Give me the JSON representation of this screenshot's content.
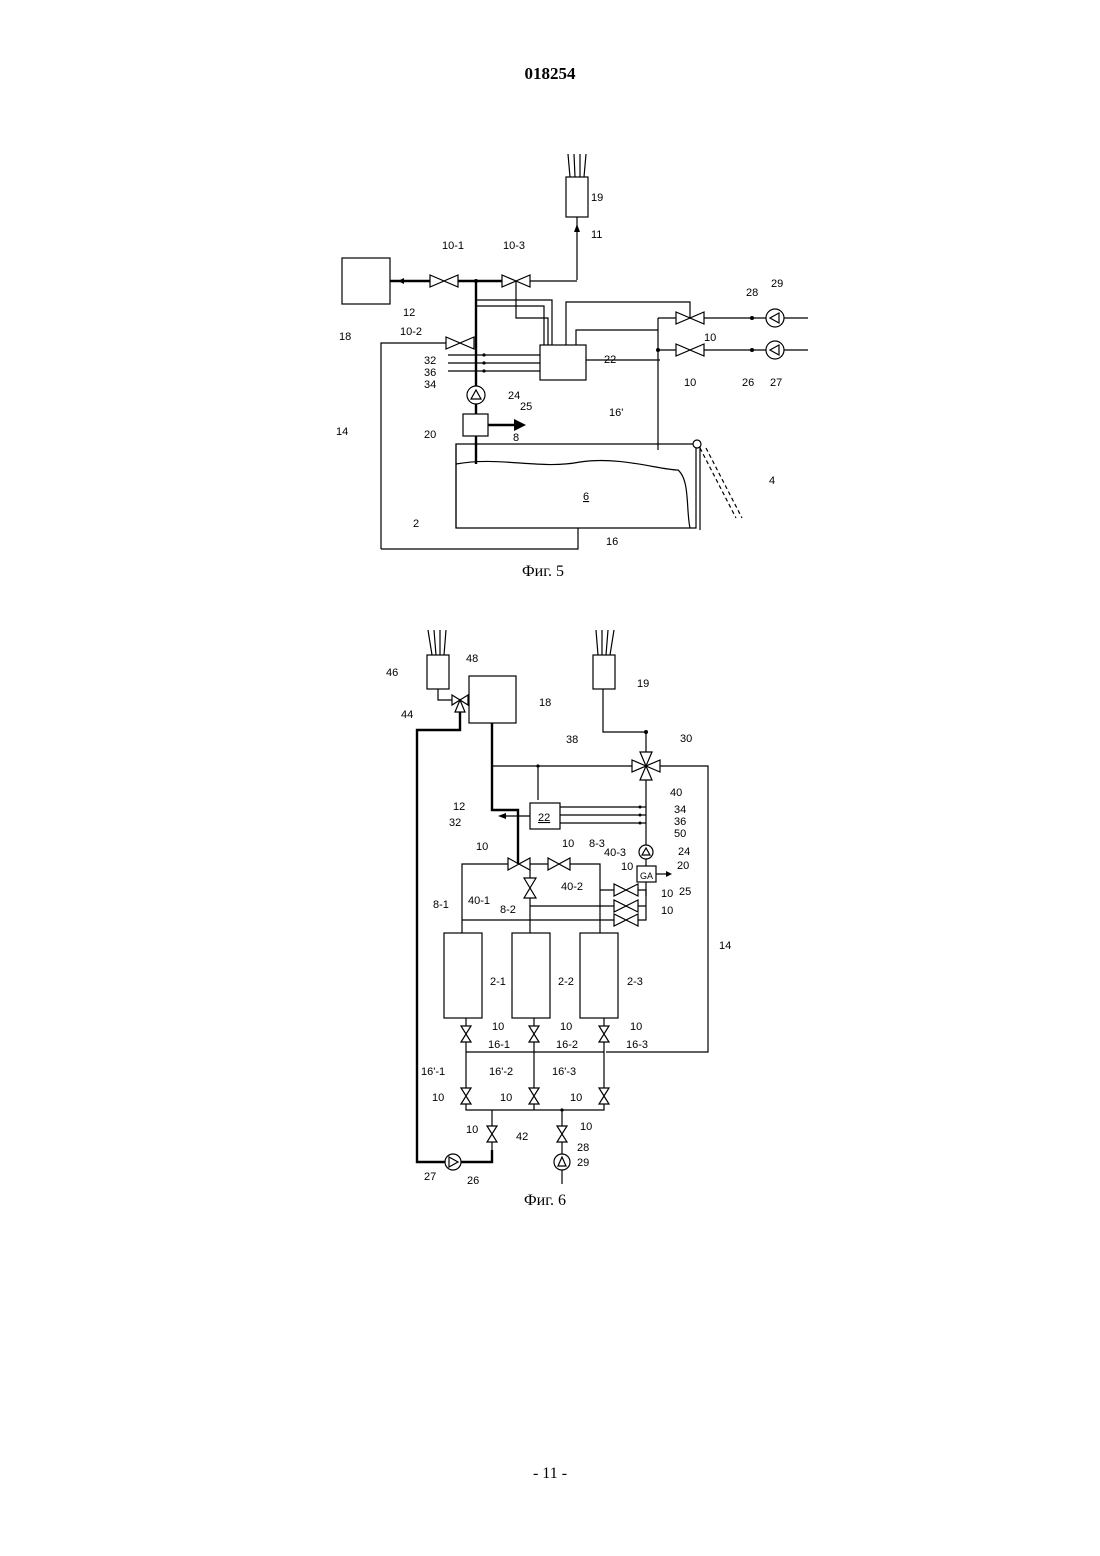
{
  "header": {
    "doc_number": "018254"
  },
  "footer": {
    "page_number": "- 11 -"
  },
  "fig5": {
    "caption": "Фиг. 5",
    "labels": {
      "l18": "18",
      "l12": "12",
      "l10_1": "10-1",
      "l10_3": "10-3",
      "l10_2": "10-2",
      "l11": "11",
      "l19": "19",
      "l22": "22",
      "l32": "32",
      "l36": "36",
      "l34": "34",
      "l24": "24",
      "l25": "25",
      "l20": "20",
      "l8": "8",
      "l14": "14",
      "l16p": "16'",
      "l10a": "10",
      "l10b": "10",
      "l28": "28",
      "l29": "29",
      "l26": "26",
      "l27": "27",
      "l4": "4",
      "l6": "6",
      "l2": "2",
      "l16": "16"
    }
  },
  "fig6": {
    "caption": "Фиг. 6",
    "labels": {
      "l46": "46",
      "l48": "48",
      "l44": "44",
      "l18": "18",
      "l19": "19",
      "l30": "30",
      "l38": "38",
      "l40": "40",
      "l12": "12",
      "l32": "32",
      "l22": "22",
      "l34": "34",
      "l36": "36",
      "l50": "50",
      "l10a": "10",
      "l10b": "10",
      "l8_3": "8-3",
      "l24": "24",
      "l40_3": "40-3",
      "l10c": "10",
      "l20": "20",
      "lGA": "GA",
      "l25": "25",
      "l8_1": "8-1",
      "l40_1": "40-1",
      "l8_2": "8-2",
      "l40_2": "40-2",
      "l10d": "10",
      "l10e": "10",
      "l14": "14",
      "l2_1": "2-1",
      "l2_2": "2-2",
      "l2_3": "2-3",
      "l10f": "10",
      "l10g": "10",
      "l10h": "10",
      "l16_1": "16-1",
      "l16_2": "16-2",
      "l16_3": "16-3",
      "l16p1": "16'-1",
      "l16p2": "16'-2",
      "l16p3": "16'-3",
      "l10i": "10",
      "l10j": "10",
      "l10k": "10",
      "l10l": "10",
      "l42": "42",
      "l10m": "10",
      "l28": "28",
      "l29": "29",
      "l27": "27",
      "l26": "26"
    }
  }
}
